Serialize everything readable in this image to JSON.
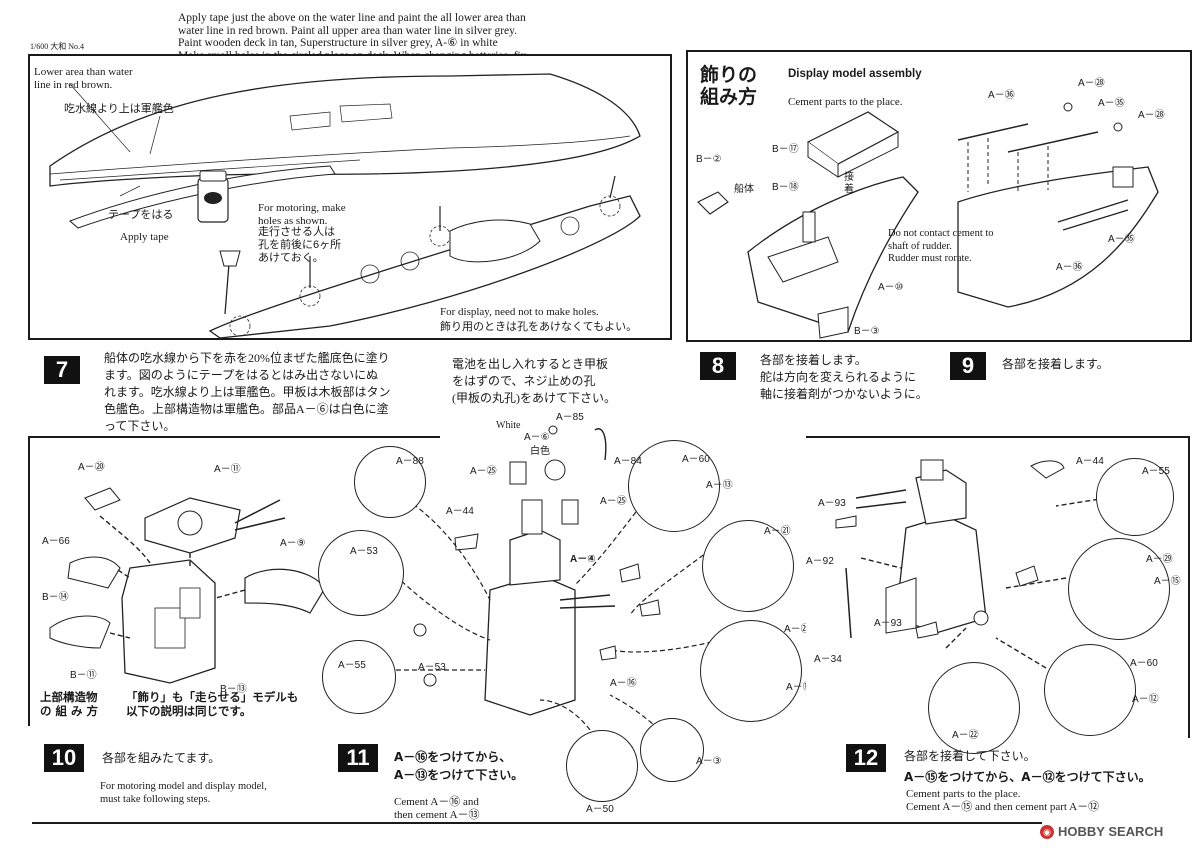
{
  "header": {
    "scale_label": "1/600 大和 No.4",
    "instructions": "Apply tape just the above on the water line and paint the all lower area than\nwater line in red brown. Paint all upper area than water line in silver grey.\nPaint wooden deck in tan, Superstructure in silver grey, A-⑥ in white\nMake small holes in the circled place on deck. When changing batteries, fix\noff this deck by loosing screws."
  },
  "panel7": {
    "lower_area_label": "Lower area than water\nline in red brown.",
    "jp_upper": "吃水線より上は軍艦色",
    "jp_tape": "テープをはる",
    "apply_tape": "Apply tape",
    "motoring_note": "For motoring, make\nholes as shown.",
    "jp_motoring": "走行させる人は\n孔を前後に6ヶ所\nあけておく。",
    "display_note": "For display, need not to make holes.",
    "jp_display": "飾り用のときは孔をあけなくてもよい。"
  },
  "panel8": {
    "jp_title": "飾りの\n組み方",
    "title": "Display model assembly",
    "subtitle": "Cement parts to the place.",
    "part_b17": "B－⑰",
    "part_b2": "B－②",
    "part_b18": "B－⑱",
    "part_a10": "A－⑩",
    "part_b3": "B－③",
    "jp_hull": "船体",
    "jp_bond": "接\n着",
    "part_a36a": "A－㊱",
    "part_a28a": "A－㉘",
    "part_a35a": "A－㉟",
    "part_a28b": "A－㉘",
    "part_a35b": "A－㉟",
    "part_a36b": "A－㊱",
    "rudder_note": "Do not contact cement to\nshaft of rudder.\nRudder must rorate."
  },
  "steps": {
    "s7": "7",
    "s7_text": "船体の吃水線から下を赤を20%位まぜた艦底色に塗り\nます。図のようにテープをはるとはみ出さないにぬ\nれます。吃水線より上は軍艦色。甲板は木板部はタン\n色艦色。上部構造物は軍艦色。部品A－⑥は白色に塗\nって下さい。",
    "s7_battery": "電池を出し入れするとき甲板\nをはずので、ネジ止めの孔\n(甲板の丸孔)をあけて下さい。",
    "s8": "8",
    "s8_text": "各部を接着します。\n舵は方向を変えられるように\n軸に接着剤がつかないように。",
    "s9": "9",
    "s9_text": "各部を接着します。",
    "s10": "10",
    "s10_text": "各部を組みたてます。",
    "s10_en": "For motoring model and display model,\nmust take following steps.",
    "s11": "11",
    "s11_text": "A－⑯をつけてから、\nA－⑬をつけて下さい。",
    "s11_en": "Cement A－⑯ and\nthen cement A－⑬",
    "s12": "12",
    "s12_text": "各部を接着して下さい。",
    "s12_bold": "A－⑮をつけてから、A－⑫をつけて下さい。",
    "s12_en": "Cement parts to the place.\nCement A－⑮ and then cement part A－⑫"
  },
  "panel10": {
    "a20": "A－⑳",
    "a11": "A－⑪",
    "a66": "A－66",
    "b14": "B－⑭",
    "a9": "A－⑨",
    "b11": "B－⑪",
    "b13": "B－⑬",
    "jp_super": "上部構造物\nの 組 み 方",
    "jp_same": "「飾り」も「走らせる」モデルも\n以下の説明は同じです。"
  },
  "panel11": {
    "a88": "A－88",
    "a85": "A－85",
    "white": "White",
    "a6": "A－⑥",
    "jp_white": "白色",
    "a25a": "A－㉕",
    "a84": "A－84",
    "a44": "A－44",
    "a25b": "A－㉕",
    "a60": "A－60",
    "a13": "A－⑬",
    "a53a": "A－53",
    "a4": "A－④",
    "a21": "A－㉑",
    "a29": "A－㉙",
    "a16a": "A－⑯",
    "a55": "A－55",
    "a53b": "A－53",
    "a16b": "A－⑯",
    "a3": "A－③",
    "a50": "A－50"
  },
  "panel12": {
    "a44": "A－44",
    "a55": "A－55",
    "a93a": "A－93",
    "a92": "A－92",
    "a29": "A－㉙",
    "a15": "A－⑮",
    "a93b": "A－93",
    "a34": "A－34",
    "a60": "A－60",
    "a12": "A－⑫",
    "a22": "A－㉒"
  },
  "footer": {
    "watermark": "HOBBY SEARCH"
  }
}
